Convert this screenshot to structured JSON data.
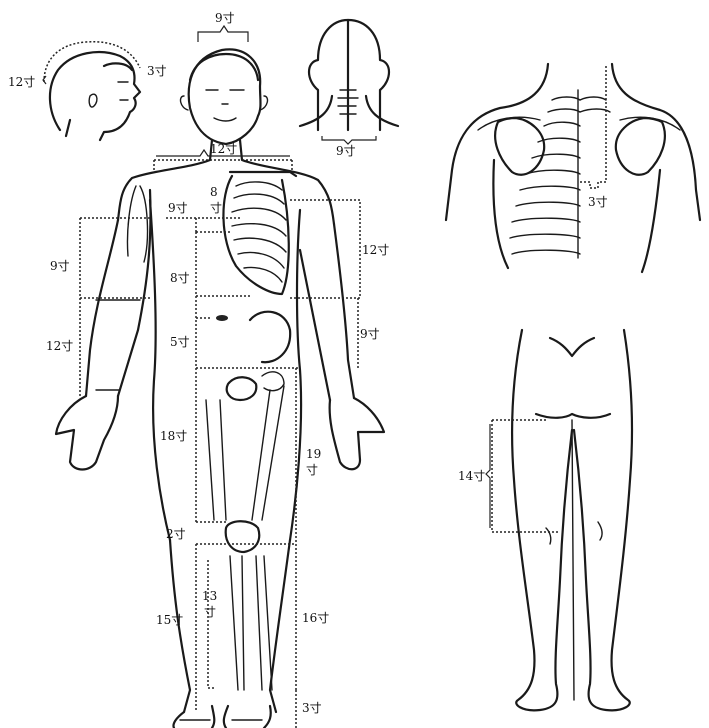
{
  "labels": {
    "head_top": "9寸",
    "side_head_left": "12寸",
    "side_head_right": "3寸",
    "back_head_bottom": "9寸",
    "shoulder_width": "12寸",
    "chest_eight_num": "8",
    "chest_eight_unit": "寸",
    "chest_left": "9寸",
    "upper_arm": "9寸",
    "forearm": "12寸",
    "chest_right": "12寸",
    "abdomen_upper": "8寸",
    "abdomen_lower": "5寸",
    "waist_right": "9寸",
    "thigh_inner": "18寸",
    "thigh_outer_num": "19",
    "thigh_outer_unit": "寸",
    "knee": "2寸",
    "shin_inner": "15寸",
    "shin_mid_num": "13",
    "shin_mid_unit": "寸",
    "shin_outer": "16寸",
    "ankle": "3寸",
    "back_spine": "3寸",
    "back_thigh": "14寸"
  }
}
